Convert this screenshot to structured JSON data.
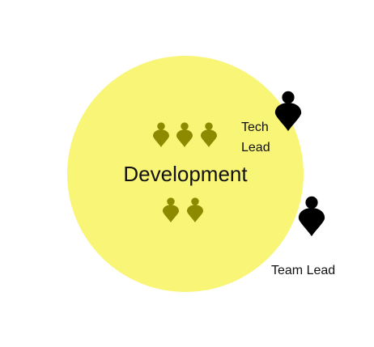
{
  "diagram": {
    "team_name": "Development",
    "tech_lead_label_line1": "Tech",
    "tech_lead_label_line2": "Lead",
    "team_lead_label": "Team Lead"
  },
  "colors": {
    "circle_fill": "#f8f577",
    "member_icon": "#8e8a00",
    "lead_icon": "#000000",
    "text": "#111111"
  },
  "icons": {
    "member": "person-pin-icon",
    "lead": "person-pin-icon"
  },
  "members": {
    "top_row_count": 3,
    "bottom_row_count": 2
  }
}
